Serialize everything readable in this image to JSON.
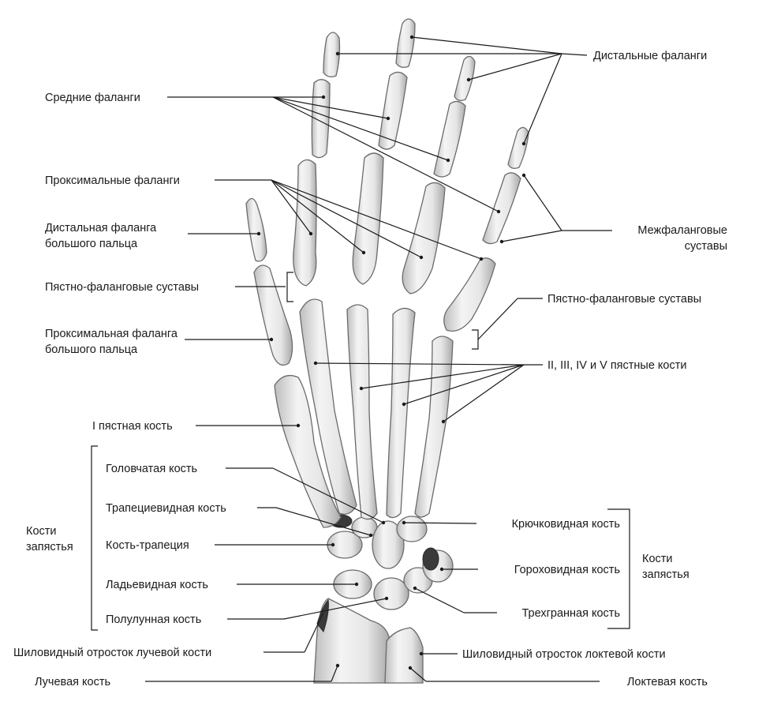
{
  "labels": {
    "distal_phalanges": "Дистальные фаланги",
    "middle_phalanges": "Средние фаланги",
    "proximal_phalanges": "Проксимальные фаланги",
    "thumb_distal_line1": "Дистальная фаланга",
    "thumb_distal_line2": "большого пальца",
    "interphalangeal_line1": "Межфаланговые",
    "interphalangeal_line2": "суставы",
    "mcp_joints_left": "Пястно-фаланговые суставы",
    "mcp_joints_right": "Пястно-фаланговые суставы",
    "thumb_proximal_line1": "Проксимальная фаланга",
    "thumb_proximal_line2": "большого пальца",
    "metacarpals_2_5": "II, III, IV и V пястные кости",
    "metacarpal_1": "I пястная кость",
    "capitate": "Головчатая кость",
    "trapezoid": "Трапециевидная кость",
    "trapezium": "Кость-трапеция",
    "scaphoid": "Ладьевидная кость",
    "lunate": "Полулунная кость",
    "hamate": "Крючковидная кость",
    "pisiform": "Гороховидная кость",
    "triquetrum": "Трехгранная кость",
    "carpal_left_line1": "Кости",
    "carpal_left_line2": "запястья",
    "carpal_right_line1": "Кости",
    "carpal_right_line2": "запястья",
    "radial_styloid": "Шиловидный отросток лучевой кости",
    "ulnar_styloid": "Шиловидный отросток локтевой кости",
    "radius": "Лучевая кость",
    "ulna": "Локтевая кость"
  }
}
